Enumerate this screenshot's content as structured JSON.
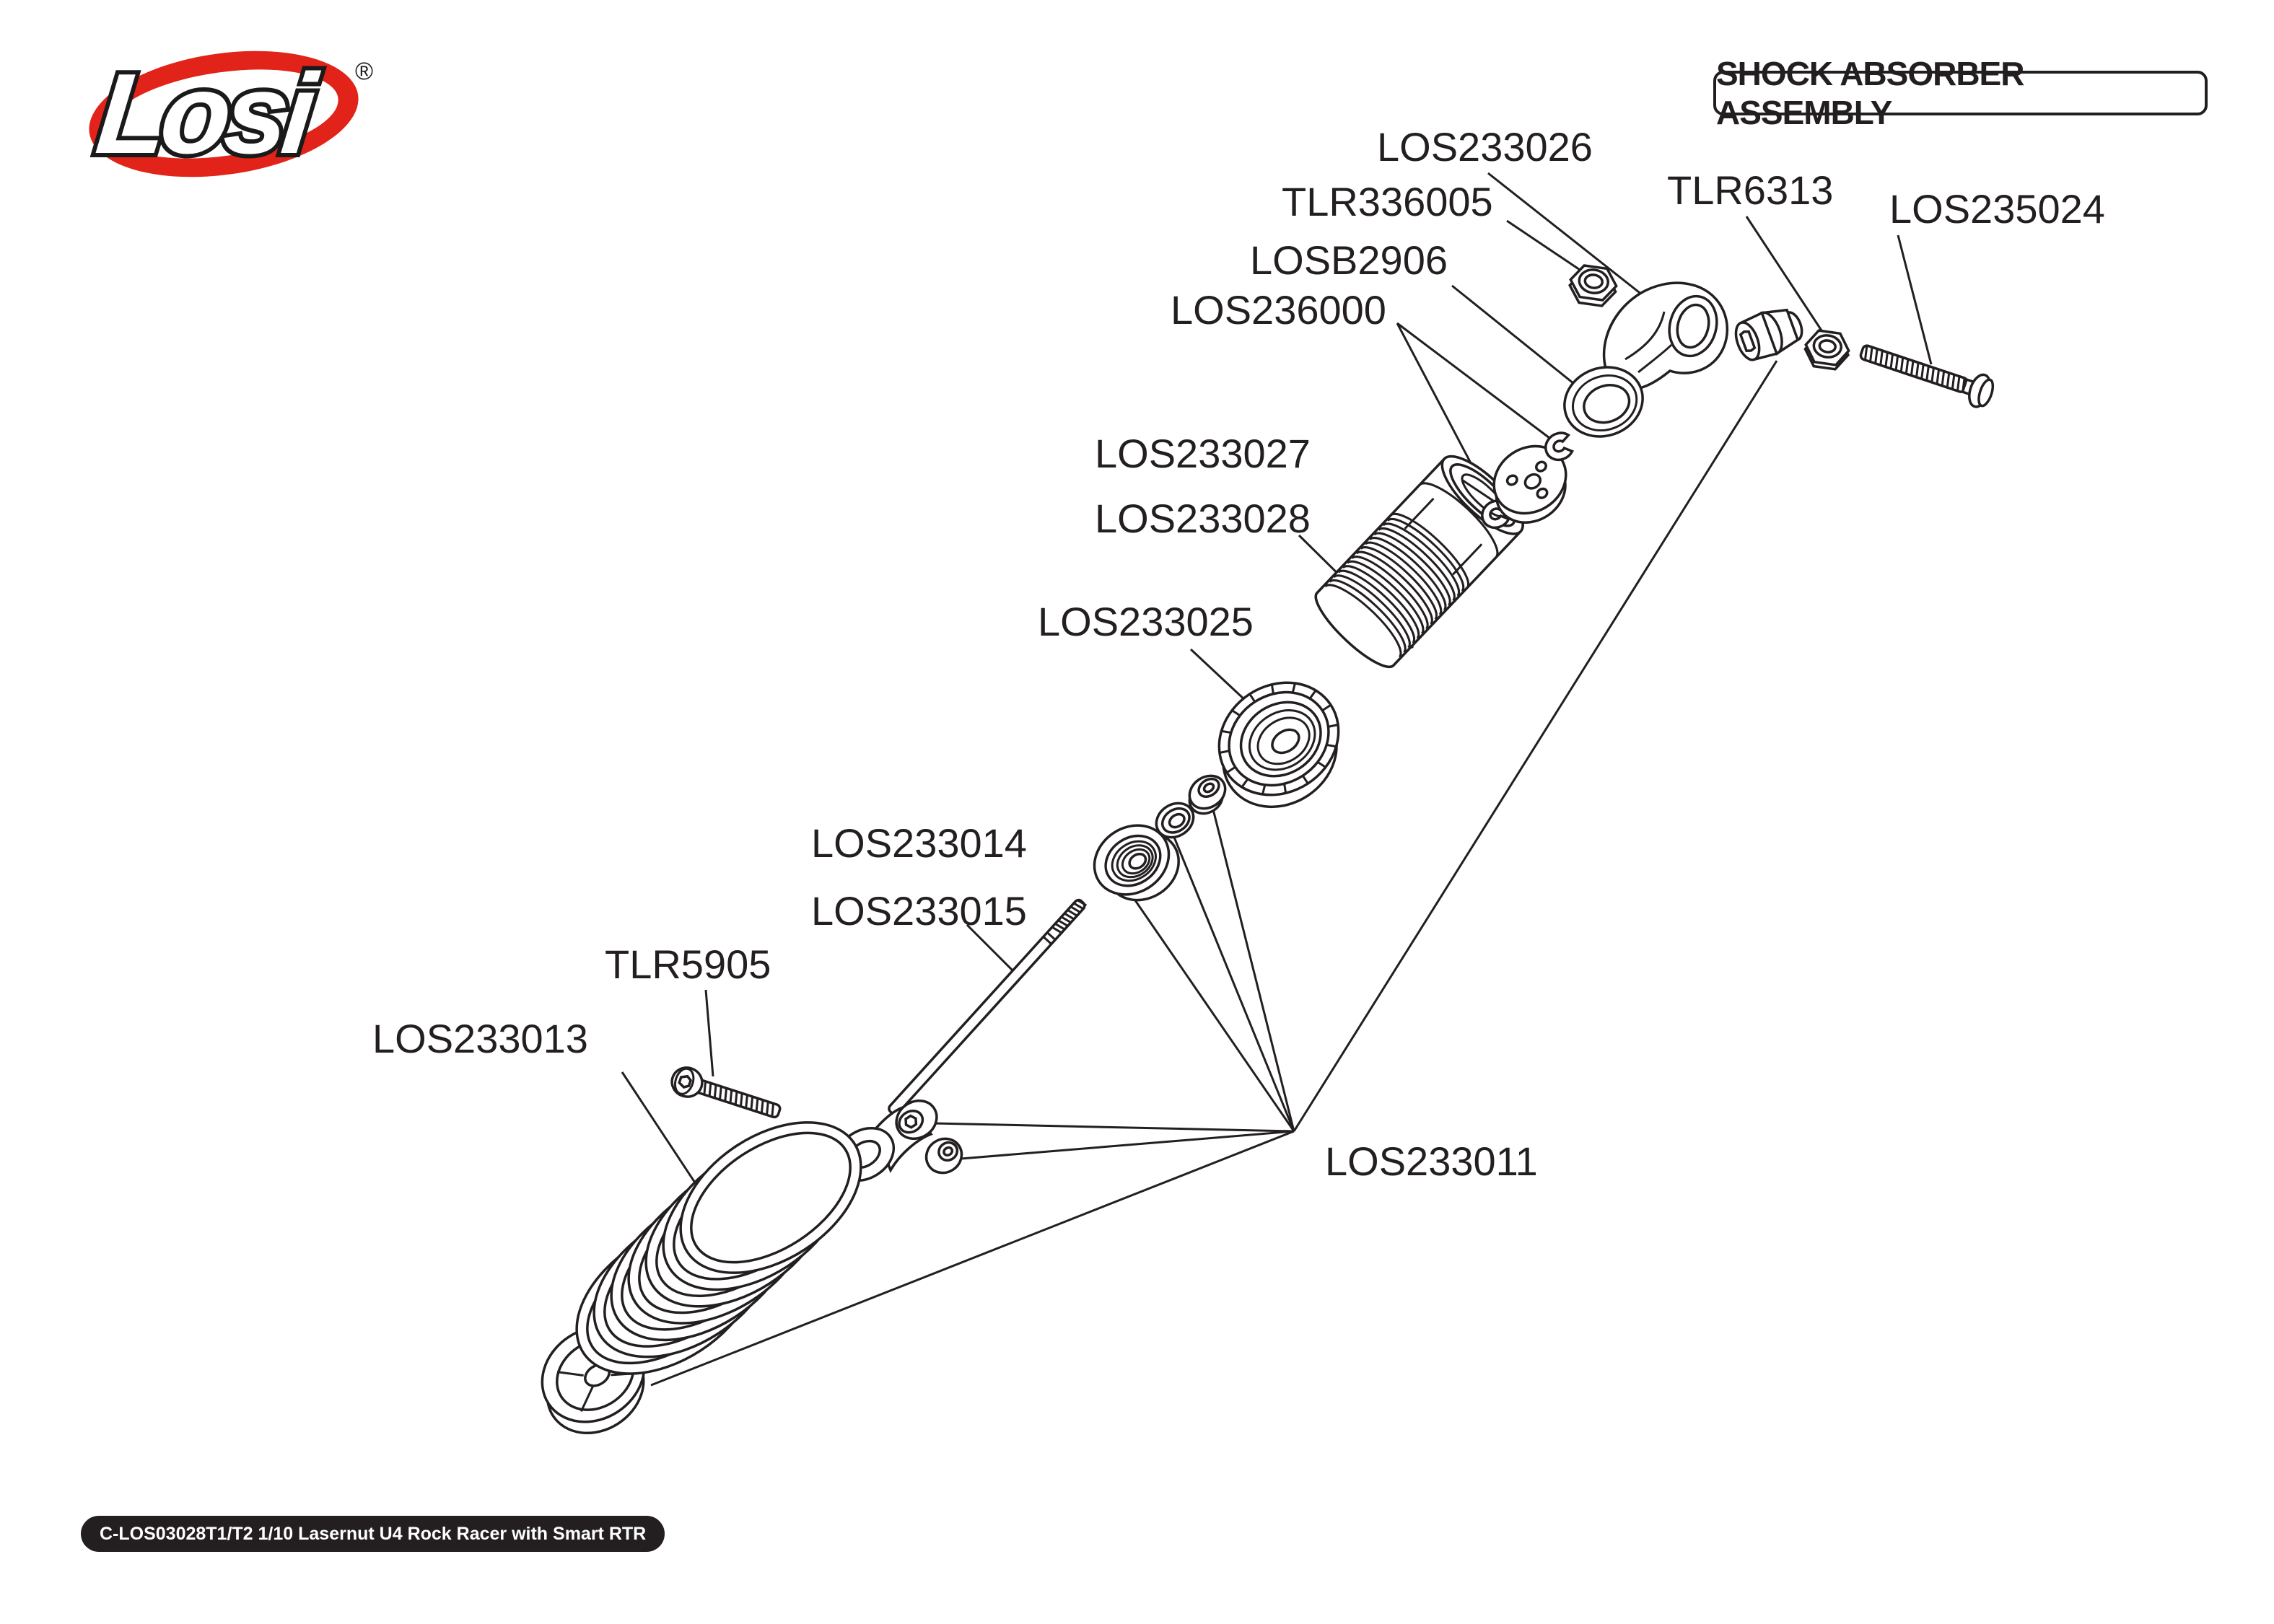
{
  "logo": {
    "brand": "Losi",
    "registered_mark": "®",
    "red": "#e2231a"
  },
  "title_box": {
    "text": "SHOCK ABSORBER ASSEMBLY"
  },
  "footer": {
    "text": "C-LOS03028T1/T2 1/10 Lasernut U4 Rock Racer with Smart RTR"
  },
  "diagram": {
    "subject": "Exploded view of shock absorber parts",
    "line_color": "#231f20",
    "labels": [
      {
        "id": "LOS233026",
        "text": "LOS233026"
      },
      {
        "id": "TLR336005",
        "text": "TLR336005"
      },
      {
        "id": "LOSB2906",
        "text": "LOSB2906"
      },
      {
        "id": "LOS236000",
        "text": "LOS236000"
      },
      {
        "id": "TLR6313",
        "text": "TLR6313"
      },
      {
        "id": "LOS235024",
        "text": "LOS235024"
      },
      {
        "id": "LOS233027",
        "text": "LOS233027"
      },
      {
        "id": "LOS233028",
        "text": "LOS233028"
      },
      {
        "id": "LOS233025",
        "text": "LOS233025"
      },
      {
        "id": "LOS233014",
        "text": "LOS233014"
      },
      {
        "id": "LOS233015",
        "text": "LOS233015"
      },
      {
        "id": "TLR5905",
        "text": "TLR5905"
      },
      {
        "id": "LOS233013",
        "text": "LOS233013"
      },
      {
        "id": "LOS233011",
        "text": "LOS233011"
      }
    ]
  }
}
